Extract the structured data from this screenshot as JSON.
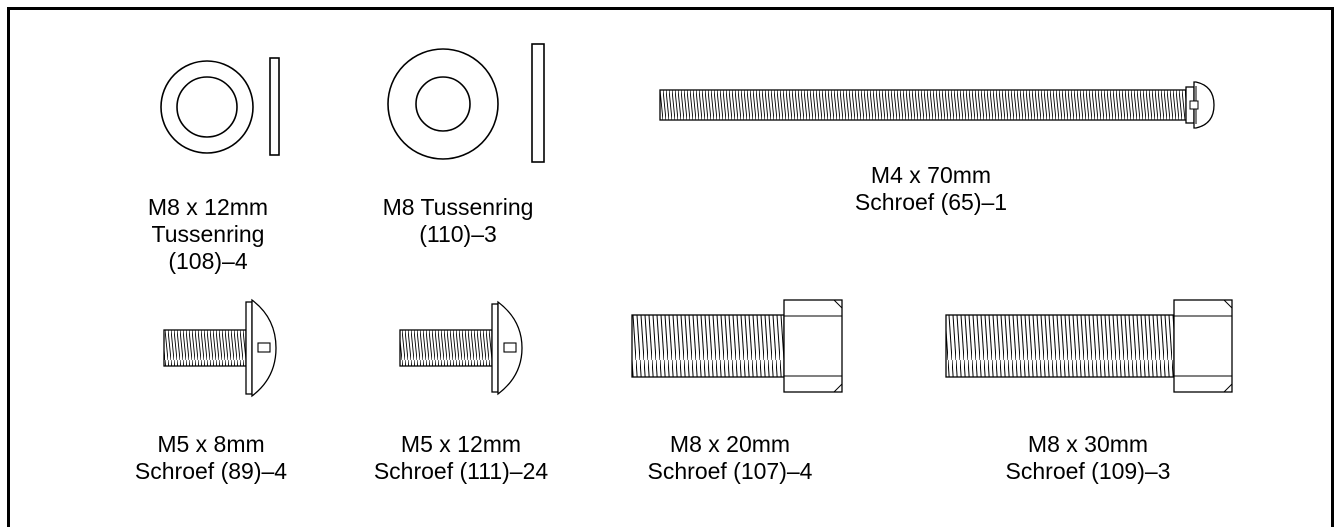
{
  "parts": [
    {
      "id": "washer-108",
      "icon": "washer-icon",
      "size": "M8 x 12mm",
      "name": "Tussenring",
      "code": "(108)–4"
    },
    {
      "id": "washer-110",
      "icon": "washer-icon",
      "name_line": "M8 Tussenring",
      "code": "(110)–3"
    },
    {
      "id": "screw-65",
      "icon": "long-screw-icon",
      "size": "M4 x 70mm",
      "name_line": "Schroef (65)–1"
    },
    {
      "id": "screw-89",
      "icon": "pan-head-screw-icon",
      "size": "M5 x 8mm",
      "name_line": "Schroef (89)–4"
    },
    {
      "id": "screw-111",
      "icon": "pan-head-screw-icon",
      "size": "M5 x 12mm",
      "name_line": "Schroef (111)–24"
    },
    {
      "id": "screw-107",
      "icon": "socket-head-bolt-icon",
      "size": "M8 x 20mm",
      "name_line": "Schroef (107)–4"
    },
    {
      "id": "screw-109",
      "icon": "socket-head-bolt-icon",
      "size": "M8 x 30mm",
      "name_line": "Schroef (109)–3"
    }
  ]
}
